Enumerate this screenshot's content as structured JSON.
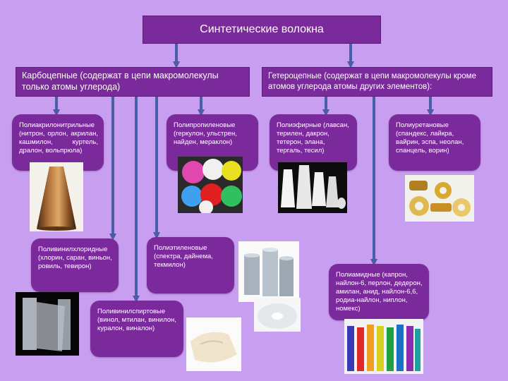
{
  "title": "Синтетические волокна",
  "categories": {
    "carbochain": "Карбоцепные (содержат в цепи макромолекулы только атомы углерода)",
    "heterochain": "Гетероцепные (содержат в цепи макромолекулы кроме атомов углерода атомы других элементов):"
  },
  "fibers": {
    "polyacrylonitrile": "Полиакрилонитрильные (нитрон, орлон, акрилан, кашмилон, куртель, дралон, вольпрюла)",
    "polypropylene": "Полипропиленовые (геркулон, ульстрен, найден, мераклон)",
    "polyester": "Полиэфирные (лавсан, терилен, дакрон, тетерон, элана, тергаль, тесил)",
    "polyurethane": "Полиуретановые (спандекс, лайкра, вайрин, эспа, неолан, спанцель, ворин)",
    "polyvinylchloride": "Поливинилхлоридные (хлорин, саран, виньон, ровиль, тевирон)",
    "polyethylene": "Полиэтиленовые (спектра, дайнема, текмилон)",
    "polyvinylalcohol": "Поливинилспиртовые (винол, мтилан, винилон, куралон, виналон)",
    "polyamide": "Полиамидные (капрон, найлон-6, перлон, дедерон, амилан, анид, найлон-6,6, родиа-найлон, ниплон, номекс)"
  },
  "colors": {
    "background": "#c89ff0",
    "box": "#7a2a9a",
    "arrow": "#4a5ea8",
    "text": "#ffffff"
  }
}
